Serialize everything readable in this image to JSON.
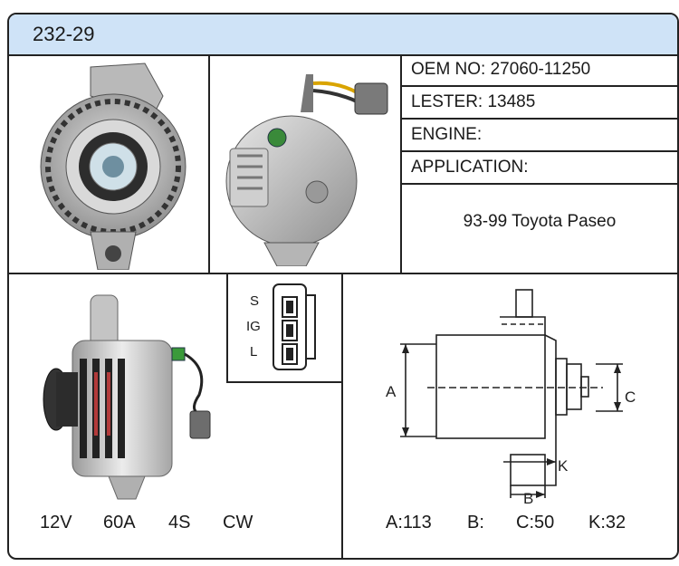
{
  "header": {
    "part_number": "232-29"
  },
  "specs": {
    "oem": "OEM NO: 27060-11250",
    "lester": "LESTER: 13485",
    "engine": "ENGINE:",
    "application_label": "APPLICATION:",
    "application_value": "93-99 Toyota Paseo"
  },
  "plug": {
    "pins": [
      "S",
      "IG",
      "L"
    ]
  },
  "electrical": {
    "voltage": "12V",
    "amperage": "60A",
    "groove": "4S",
    "rotation": "CW"
  },
  "dimensions": {
    "a_label": "A",
    "b_label": "B",
    "c_label": "C",
    "k_label": "K",
    "a_value": "A:113",
    "b_value": "B:",
    "c_value": "C:50",
    "k_value": "K:32"
  }
}
